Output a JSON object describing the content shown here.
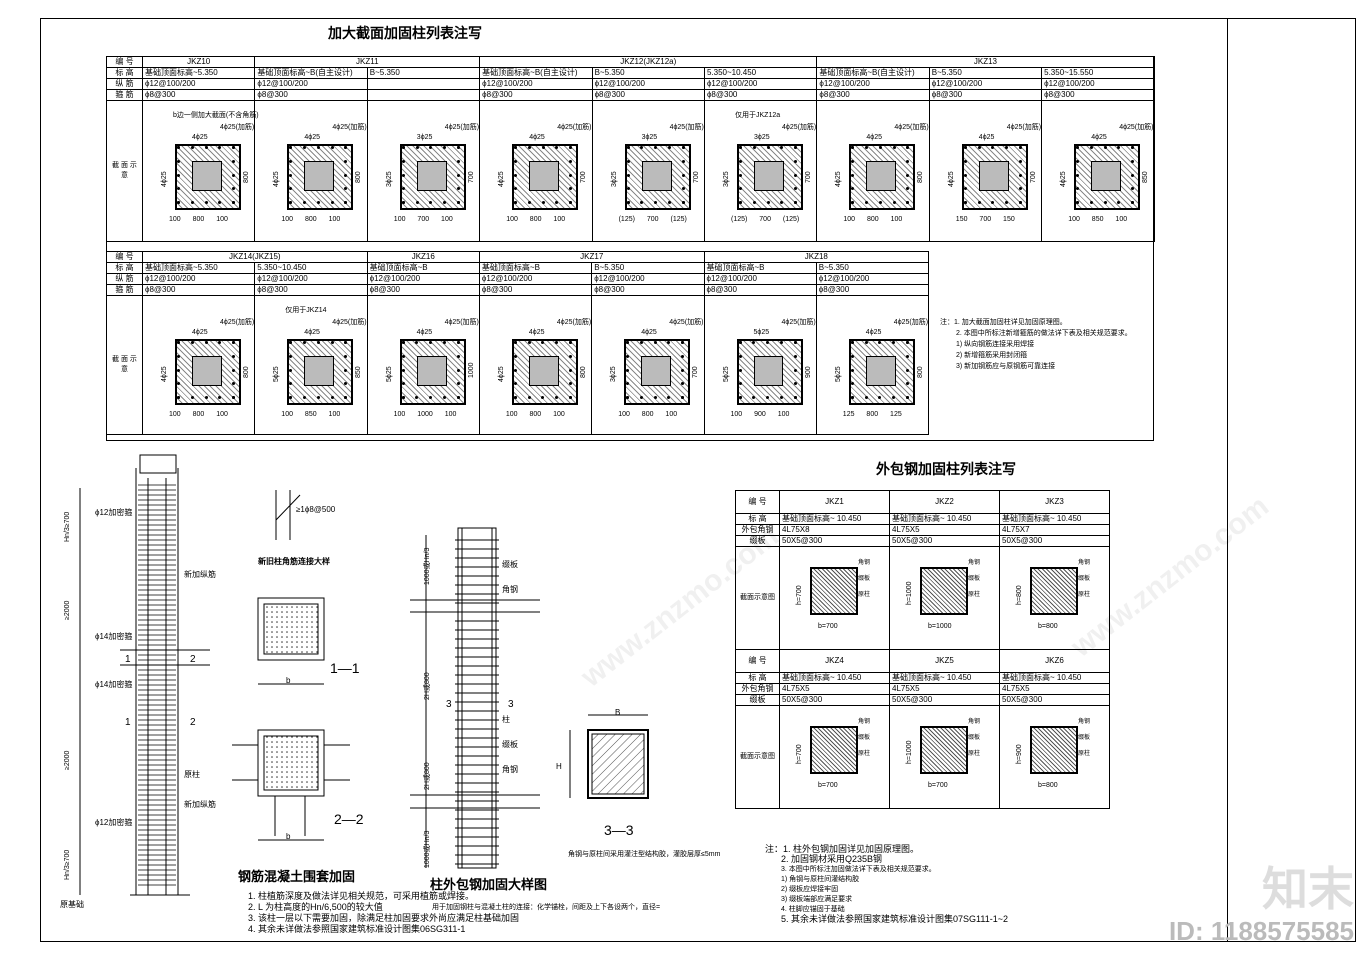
{
  "top_section": {
    "title": "加大截面加固柱列表注写",
    "row_labels": [
      "编 号",
      "标 高",
      "纵 筋",
      "箍 筋",
      "截 面 示 意"
    ],
    "row1_columns": [
      {
        "id": "JKZ10",
        "parts": [
          {
            "elev": "基础顶面标高~5.350",
            "long": "ϕ12@100/200",
            "stir": "ϕ8@300"
          }
        ]
      },
      {
        "id": "JKZ11",
        "parts": [
          {
            "elev": "基础顶面标高~B(自主设计)",
            "long": "ϕ12@100/200",
            "stir": "ϕ8@300"
          },
          {
            "elev": "B~5.350",
            "long": "",
            "stir": ""
          }
        ]
      },
      {
        "id": "JKZ12(JKZ12a)",
        "parts": [
          {
            "elev": "基础顶面标高~B(自主设计)",
            "long": "ϕ12@100/200",
            "stir": "ϕ8@300"
          },
          {
            "elev": "B~5.350",
            "long": "ϕ12@100/200",
            "stir": "ϕ8@300"
          },
          {
            "elev": "5.350~10.450",
            "long": "ϕ12@100/200",
            "stir": "ϕ8@300"
          }
        ]
      },
      {
        "id": "JKZ13",
        "parts": [
          {
            "elev": "基础顶面标高~B(自主设计)",
            "long": "ϕ12@100/200",
            "stir": "ϕ8@300"
          },
          {
            "elev": "B~5.350",
            "long": "ϕ12@100/200",
            "stir": "ϕ8@300"
          },
          {
            "elev": "5.350~15.550",
            "long": "ϕ12@100/200",
            "stir": "ϕ8@300"
          }
        ]
      }
    ],
    "row1_sections": [
      {
        "top": "4ϕ25",
        "corner": "4ϕ25(加筋)",
        "left": "4ϕ25",
        "dim": "100 800 100",
        "side": "800",
        "callout": "b边一侧加大截面(不含角筋)"
      },
      {
        "top": "4ϕ25",
        "corner": "4ϕ25(加筋)",
        "left": "4ϕ25",
        "dim": "100 800 100",
        "side": "800",
        "callout": ""
      },
      {
        "top": "3ϕ25",
        "corner": "4ϕ25(加筋)",
        "left": "3ϕ25",
        "dim": "100 700 100",
        "side": "700",
        "callout": ""
      },
      {
        "top": "4ϕ25",
        "corner": "4ϕ25(加筋)",
        "left": "4ϕ25",
        "dim": "100 800 100",
        "side": "700",
        "callout": ""
      },
      {
        "top": "3ϕ25",
        "corner": "4ϕ25(加筋)",
        "left": "3ϕ25",
        "dim": "(125) 700 (125)",
        "side": "700",
        "callout": ""
      },
      {
        "top": "3ϕ25",
        "corner": "4ϕ25(加筋)",
        "left": "3ϕ25",
        "dim": "(125) 700 (125)",
        "side": "700",
        "callout": "仅用于JKZ12a"
      },
      {
        "top": "4ϕ25",
        "corner": "4ϕ25(加筋)",
        "left": "4ϕ25",
        "dim": "100 800 100",
        "side": "800",
        "callout": ""
      },
      {
        "top": "4ϕ25",
        "corner": "4ϕ25(加筋)",
        "left": "4ϕ25",
        "dim": "150 700 150",
        "side": "700",
        "callout": ""
      },
      {
        "top": "4ϕ25",
        "corner": "4ϕ25(加筋)",
        "left": "4ϕ25",
        "dim": "100 850 100",
        "side": "850",
        "callout": ""
      }
    ],
    "row2_columns": [
      {
        "id": "JKZ14(JKZ15)",
        "parts": [
          {
            "elev": "基础顶面标高~5.350",
            "long": "ϕ12@100/200",
            "stir": "ϕ8@300"
          },
          {
            "elev": "5.350~10.450",
            "long": "ϕ12@100/200",
            "stir": "ϕ8@300"
          }
        ]
      },
      {
        "id": "JKZ16",
        "parts": [
          {
            "elev": "基础顶面标高~B",
            "long": "ϕ12@100/200",
            "stir": "ϕ8@300"
          }
        ]
      },
      {
        "id": "JKZ17",
        "parts": [
          {
            "elev": "基础顶面标高~B",
            "long": "ϕ12@100/200",
            "stir": "ϕ8@300"
          },
          {
            "elev": "B~5.350",
            "long": "ϕ12@100/200",
            "stir": "ϕ8@300"
          }
        ]
      },
      {
        "id": "JKZ18",
        "parts": [
          {
            "elev": "基础顶面标高~B",
            "long": "ϕ12@100/200",
            "stir": "ϕ8@300"
          },
          {
            "elev": "B~5.350",
            "long": "ϕ12@100/200",
            "stir": "ϕ8@300"
          }
        ]
      }
    ],
    "row2_sections": [
      {
        "top": "4ϕ25",
        "corner": "4ϕ25(加筋)",
        "left": "4ϕ25",
        "dim": "100 800 100",
        "side": "800",
        "callout": ""
      },
      {
        "top": "4ϕ25",
        "corner": "4ϕ25(加筋)",
        "left": "5ϕ25",
        "dim": "100 850 100",
        "side": "850",
        "callout": "仅用于JKZ14"
      },
      {
        "top": "4ϕ25",
        "corner": "4ϕ25(加筋)",
        "left": "5ϕ25",
        "dim": "100 1000 100",
        "side": "1000",
        "callout": ""
      },
      {
        "top": "4ϕ25",
        "corner": "4ϕ25(加筋)",
        "left": "4ϕ25",
        "dim": "100 800 100",
        "side": "800",
        "callout": ""
      },
      {
        "top": "4ϕ25",
        "corner": "4ϕ25(加筋)",
        "left": "3ϕ25",
        "dim": "100 800 100",
        "side": "700",
        "callout": ""
      },
      {
        "top": "5ϕ25",
        "corner": "4ϕ25(加筋)",
        "left": "5ϕ25",
        "dim": "100 900 100",
        "side": "900",
        "callout": ""
      },
      {
        "top": "4ϕ25",
        "corner": "4ϕ25(加筋)",
        "left": "5ϕ25",
        "dim": "125 800 125",
        "side": "800",
        "callout": ""
      }
    ],
    "notes": [
      "注：1. 加大截面加固柱详见加固原理图。",
      "2. 本图中所标注新增箍筋的做法详下表及相关规范要求。",
      "1) 纵向钢筋连接采用焊接",
      "2) 新增箍筋采用封闭箍",
      "3) 新加钢筋应与原钢筋可靠连接"
    ]
  },
  "bottom_left": {
    "caption": "钢筋混凝土围套加固",
    "notes": [
      "1. 柱植筋深度及做法详见相关规范，可采用植筋或焊接。",
      "2. L 为柱高度的Hn/6,500的较大值",
      "3. 该柱一层以下需要加固，除满足柱加固要求外尚应满足柱基础加固",
      "4. 其余未详做法参照国家建筑标准设计图集06SG311-1"
    ],
    "dims": [
      "Hn/3≥700",
      "≥2000",
      "≥2000",
      "Hn/3≥700"
    ],
    "labels": [
      "ϕ12加密箍",
      "ϕ14加密箍",
      "ϕ14加密箍",
      "ϕ12加密箍",
      "新加纵筋",
      "原柱",
      "新加纵筋",
      "原基础"
    ],
    "section_labels": [
      "1",
      "2",
      "1",
      "2"
    ],
    "detail_caption": "新旧柱角筋连接大样",
    "detail_note": "≥1ϕ8@500",
    "sec_1_1": "1—1",
    "sec_2_2": "2—2",
    "dim_b": "b"
  },
  "bottom_mid": {
    "caption": "柱外包钢加固大样图",
    "note": "用于加固钢柱与混凝土柱的连接：化学锚栓，间距及上下各设两个，直径=",
    "labels": [
      "1000或Hn/3",
      "2H或800",
      "2H或800",
      "1000或Hn/3",
      "缀板",
      "角钢",
      "柱",
      "缀板",
      "角钢"
    ],
    "section_label": "3",
    "sec_3_3": "3—3",
    "sec_note": "角钢与原柱间采用灌注型结构胶，灌胶层厚≤5mm",
    "dim_B": "B",
    "dim_H": "H"
  },
  "steel_table": {
    "title": "外包钢加固柱列表注写",
    "row_labels": [
      "编 号",
      "标 高",
      "外包角钢",
      "缀板",
      "截面示意图"
    ],
    "cols": [
      {
        "id": "JKZ1",
        "elev": "基础顶面标高~ 10.450",
        "angle": "4L75X8",
        "plate": "50X5@300",
        "b": "b=700",
        "h": "h=700"
      },
      {
        "id": "JKZ2",
        "elev": "基础顶面标高~ 10.450",
        "angle": "4L75X5",
        "plate": "50X5@300",
        "b": "b=1000",
        "h": "h=1000"
      },
      {
        "id": "JKZ3",
        "elev": "基础顶面标高~ 10.450",
        "angle": "4L75X7",
        "plate": "50X5@300",
        "b": "b=800",
        "h": "h=800"
      },
      {
        "id": "JKZ4",
        "elev": "基础顶面标高~ 10.450",
        "angle": "4L75X5",
        "plate": "50X5@300",
        "b": "b=700",
        "h": "h=700"
      },
      {
        "id": "JKZ5",
        "elev": "基础顶面标高~ 10.450",
        "angle": "4L75X5",
        "plate": "50X5@300",
        "b": "b=700",
        "h": "h=1000"
      },
      {
        "id": "JKZ6",
        "elev": "基础顶面标高~ 10.450",
        "angle": "4L75X5",
        "plate": "50X5@300",
        "b": "b=800",
        "h": "h=900"
      }
    ],
    "sec_labels": [
      "角钢",
      "缀板",
      "原柱"
    ],
    "notes": [
      "注：1. 柱外包钢加固详见加固原理图。",
      "2. 加固钢材采用Q235B钢",
      "3. 本图中所标注加固做法详下表及相关规范要求。",
      "1) 角钢与原柱间灌结构胶",
      "2) 缀板应焊接牢固",
      "3) 缀板端部应满足要求",
      "4. 柱脚应锚固于基础",
      "5. 其余未详做法参照国家建筑标准设计图集07SG111-1~2"
    ]
  },
  "watermark": {
    "brand": "知末",
    "id": "ID: 1188575585",
    "diag": "www.znzmo.com"
  }
}
